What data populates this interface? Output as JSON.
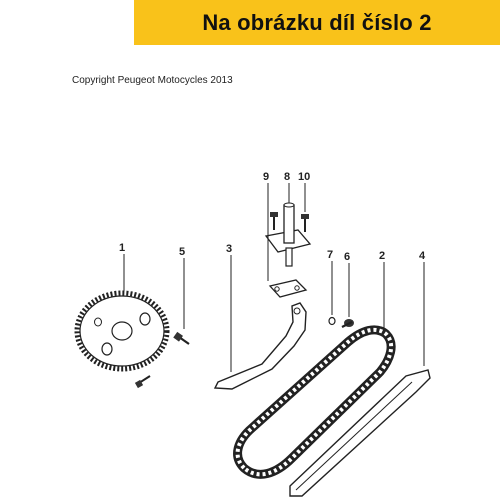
{
  "banner": {
    "text": "Na obrázku díl číslo 2",
    "color": "#f9c21a"
  },
  "copyright": "Copyright Peugeot Motocycles 2013",
  "callouts": {
    "p1": "1",
    "p2": "2",
    "p3": "3",
    "p4": "4",
    "p5": "5",
    "p6": "6",
    "p7": "7",
    "p8": "8",
    "p9": "9",
    "p10": "10"
  },
  "parts": [
    {
      "number": "1",
      "name": "sprocket-wheel"
    },
    {
      "number": "2",
      "name": "drive-chain"
    },
    {
      "number": "3",
      "name": "chain-tensioner-arm"
    },
    {
      "number": "4",
      "name": "chain-guide-rail"
    },
    {
      "number": "5",
      "name": "sprocket-bolt"
    },
    {
      "number": "6",
      "name": "tensioner-bolt"
    },
    {
      "number": "7",
      "name": "o-ring"
    },
    {
      "number": "8",
      "name": "tensioner-plunger"
    },
    {
      "number": "9",
      "name": "tensioner-gasket"
    },
    {
      "number": "10",
      "name": "mounting-screws"
    }
  ]
}
